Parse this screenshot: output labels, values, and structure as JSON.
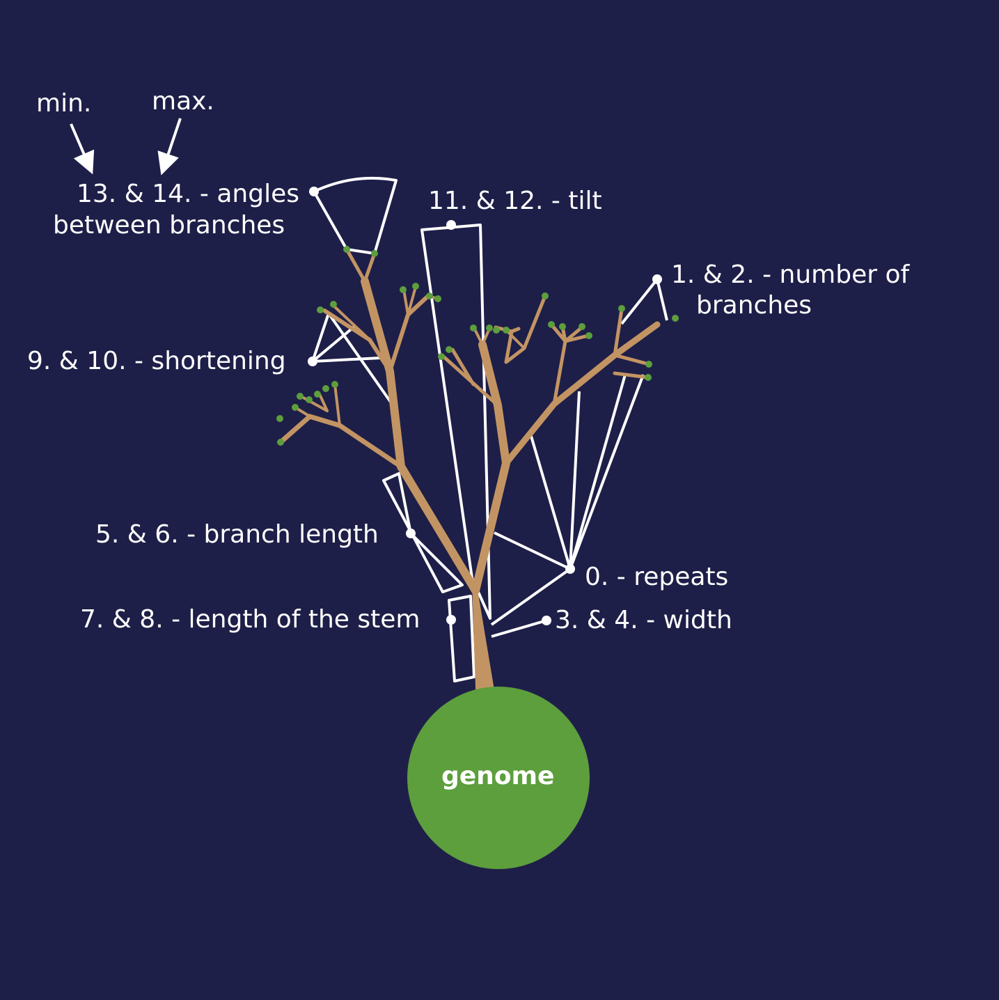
{
  "colors": {
    "background": "#1e1f48",
    "annotation": "#ffffff",
    "branch": "#c39463",
    "leaf": "#5d9e3d",
    "genome_circle": "#5d9e3d"
  },
  "labels": {
    "min": "min.",
    "max": "max.",
    "angles_line1": "13. & 14. - angles",
    "angles_line2": "between branches",
    "tilt": "11. & 12. - tilt",
    "branches_line1": "1. & 2. - number of",
    "branches_line2": "branches",
    "shortening": "9. & 10. - shortening",
    "branch_length": "5. & 6. - branch length",
    "repeats": "0. - repeats",
    "stem": "7. & 8. - length of the stem",
    "width": "3. & 4. - width",
    "genome": "genome"
  }
}
